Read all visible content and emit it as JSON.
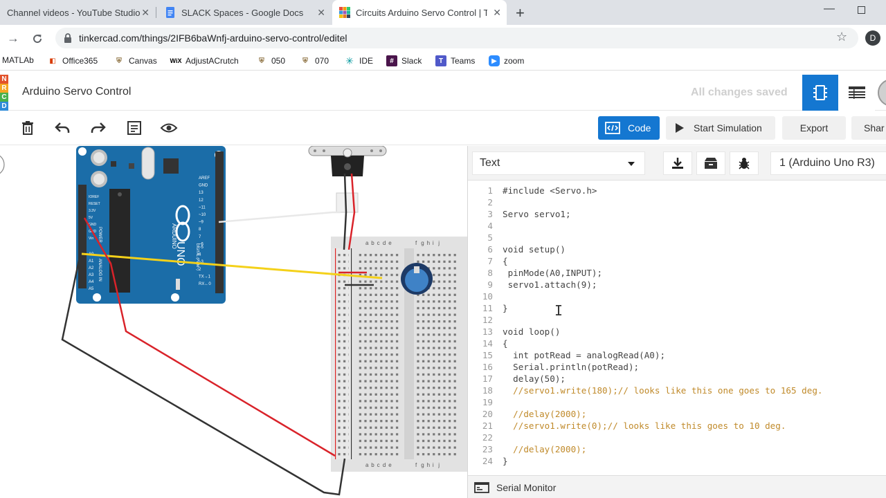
{
  "tabs": [
    {
      "label": "Channel videos - YouTube Studio",
      "icon": "youtube-studio-icon"
    },
    {
      "label": "SLACK Spaces - Google Docs",
      "icon": "google-docs-icon"
    },
    {
      "label": "Circuits Arduino Servo Control | T",
      "icon": "tinkercad-icon",
      "active": true
    }
  ],
  "address": {
    "url": "tinkercad.com/things/2IFB6baWnfj-arduino-servo-control/editel",
    "profile_initial": "D"
  },
  "bookmarks": [
    {
      "label": "MATLAb"
    },
    {
      "label": "Office365",
      "icon": "office-icon"
    },
    {
      "label": "Canvas",
      "icon": "canvas-icon"
    },
    {
      "label": "AdjustACrutch",
      "icon": "wix-icon",
      "icon_text": "WiX"
    },
    {
      "label": "050",
      "icon": "folder-icon"
    },
    {
      "label": "070",
      "icon": "folder-icon"
    },
    {
      "label": "IDE",
      "icon": "arduino-ide-icon"
    },
    {
      "label": "Slack",
      "icon": "slack-icon"
    },
    {
      "label": "Teams",
      "icon": "teams-icon"
    },
    {
      "label": "zoom",
      "icon": "zoom-icon"
    }
  ],
  "app": {
    "logo_letters": [
      "N",
      "R",
      "C",
      "D"
    ],
    "title": "Arduino Servo Control",
    "save_status": "All changes saved"
  },
  "toolbar": {
    "code_label": "Code",
    "sim_label": "Start Simulation",
    "export_label": "Export",
    "share_label": "Shar"
  },
  "code_panel": {
    "mode": "Text",
    "board": "1 (Arduino Uno R3)",
    "serial_label": "Serial Monitor",
    "lines": [
      {
        "n": "1",
        "text": "#include <Servo.h>"
      },
      {
        "n": "2",
        "text": ""
      },
      {
        "n": "3",
        "text": "Servo servo1;"
      },
      {
        "n": "4",
        "text": ""
      },
      {
        "n": "5",
        "text": ""
      },
      {
        "n": "6",
        "text": "void setup()"
      },
      {
        "n": "7",
        "text": "{"
      },
      {
        "n": "8",
        "text": " pinMode(A0,INPUT);"
      },
      {
        "n": "9",
        "text": " servo1.attach(9);"
      },
      {
        "n": "10",
        "text": ""
      },
      {
        "n": "11",
        "text": "}"
      },
      {
        "n": "12",
        "text": ""
      },
      {
        "n": "13",
        "text": "void loop()"
      },
      {
        "n": "14",
        "text": "{"
      },
      {
        "n": "15",
        "text": "  int potRead = analogRead(A0);"
      },
      {
        "n": "16",
        "text": "  Serial.println(potRead);"
      },
      {
        "n": "17",
        "text": "  delay(50);"
      },
      {
        "n": "18",
        "text": "  //servo1.write(180);// looks like this one goes to 165 deg.",
        "comment": true
      },
      {
        "n": "19",
        "text": ""
      },
      {
        "n": "20",
        "text": "  //delay(2000);",
        "comment": true
      },
      {
        "n": "21",
        "text": "  //servo1.write(0);// looks like this goes to 10 deg.",
        "comment": true
      },
      {
        "n": "22",
        "text": ""
      },
      {
        "n": "23",
        "text": "  //delay(2000);",
        "comment": true
      },
      {
        "n": "24",
        "text": "}"
      }
    ]
  },
  "circuit": {
    "arduino_brand": "ARDUINO",
    "arduino_model": "UNO",
    "power_label": "POWER",
    "analog_label": "ANALOG IN",
    "digital_label": "DIGITAL (PWM~)",
    "left_pins": [
      "IOREF",
      "RESET",
      "3.3V",
      "5V",
      "GND",
      "GND",
      "Vin"
    ],
    "analog_pins": [
      "A0",
      "A1",
      "A2",
      "A3",
      "A4",
      "A5"
    ],
    "digital_pins": [
      "AREF",
      "GND",
      "13",
      "12",
      "~11",
      "~10",
      "~9",
      "8",
      "7",
      "~6",
      "~5",
      "4",
      "~3",
      "2",
      "TX→1",
      "RX←0"
    ],
    "breadboard_cols": [
      "a",
      "b",
      "c",
      "d",
      "e",
      "f",
      "g",
      "h",
      "i",
      "j"
    ],
    "wire_colors": {
      "red": "#d9232a",
      "black": "#333333",
      "yellow": "#f4d11a",
      "white": "#e8e8e8"
    },
    "board_color": "#1b6da8"
  }
}
